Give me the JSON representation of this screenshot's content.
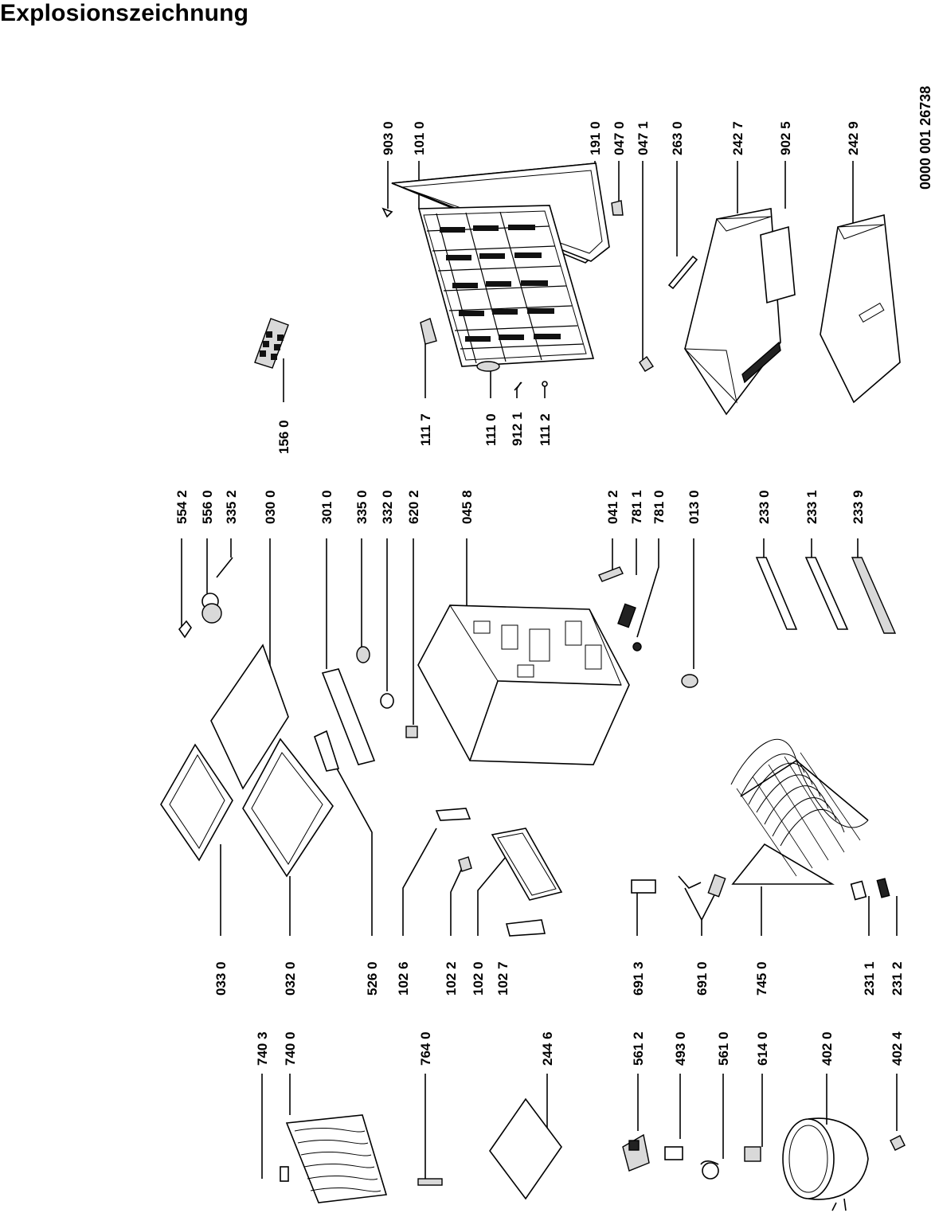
{
  "title": "Explosionszeichnung",
  "doc_number": "0000 001 26738",
  "labels": {
    "r1": [
      "903 0",
      "101 0",
      "191 0",
      "047 0",
      "047 1",
      "263 0",
      "242 7",
      "902 5",
      "242 9"
    ],
    "r2": [
      "156 0",
      "111 7",
      "111 0",
      "912 1",
      "111 2"
    ],
    "r3": [
      "554 2",
      "556 0",
      "335 2",
      "030 0",
      "301 0",
      "335 0",
      "332 0",
      "620 2",
      "045 8",
      "041 2",
      "781 1",
      "781 0",
      "013 0",
      "233 0",
      "233 1",
      "233 9"
    ],
    "r4": [
      "033 0",
      "032 0",
      "526 0",
      "102 6",
      "102 2",
      "102 0",
      "102 7",
      "691 3",
      "691 0",
      "745 0",
      "231 1",
      "231 2"
    ],
    "r5": [
      "740 3",
      "740 0",
      "764 0",
      "244 6",
      "561 2",
      "493 0",
      "561 0",
      "614 0",
      "402 0",
      "402 4"
    ]
  }
}
